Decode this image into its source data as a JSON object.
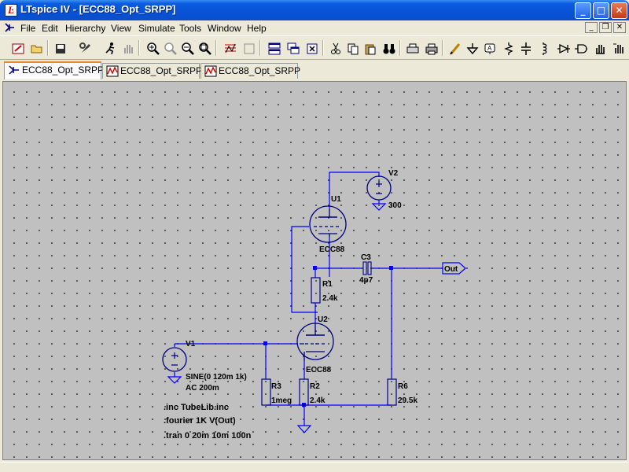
{
  "window": {
    "title": "LTspice IV - [ECC88_Opt_SRPP]"
  },
  "caption_buttons": {
    "minimize": "_",
    "maximize": "□",
    "close": "✕"
  },
  "menu": [
    "File",
    "Edit",
    "Hierarchy",
    "View",
    "Simulate",
    "Tools",
    "Window",
    "Help"
  ],
  "toolbar": [
    "new-schematic",
    "open",
    "save",
    "control-panel",
    "run",
    "halt",
    "zoom-in",
    "zoom-pan",
    "zoom-out",
    "zoom-fit",
    "autorange",
    "tile",
    "cascade",
    "close-window",
    "cut",
    "copy",
    "paste",
    "find",
    "print-preview",
    "print",
    "draw-wire",
    "ground",
    "label-net",
    "resistor",
    "capacitor",
    "inductor",
    "diode",
    "component",
    "move",
    "drag",
    "undo",
    "redo",
    "rotate",
    "mirror",
    "text",
    "spice-directive"
  ],
  "tabs": [
    {
      "label": "ECC88_Opt_SRPP",
      "kind": "schematic",
      "active": true
    },
    {
      "label": "ECC88_Opt_SRPP",
      "kind": "waveform",
      "active": false
    },
    {
      "label": "ECC88_Opt_SRPP",
      "kind": "waveform",
      "active": false
    }
  ],
  "schematic": {
    "components": {
      "v2": {
        "name": "V2",
        "value": "300"
      },
      "u1": {
        "name": "U1",
        "model": "ECC88"
      },
      "c3": {
        "name": "C3",
        "value": "4p7"
      },
      "r1": {
        "name": "R1",
        "value": "2.4k"
      },
      "u2": {
        "name": "U2",
        "model": "ECC88"
      },
      "v1": {
        "name": "V1",
        "value": "SINE(0 120m 1k)",
        "ac": "AC 200m"
      },
      "r3": {
        "name": "R3",
        "value": "1meg"
      },
      "r2": {
        "name": "R2",
        "value": "2.4k"
      },
      "r6": {
        "name": "R6",
        "value": "29.5k"
      }
    },
    "net_label": "Out",
    "directives": [
      ".inc TubeLib.inc",
      ".fourier 1K V(Out)",
      ".tran 0 20m 10m 100n"
    ]
  },
  "colors": {
    "wire": "#0000ff",
    "component": "#000080",
    "grid_bg": "#c0c0c0",
    "title_bar": "#0a5ce0"
  }
}
